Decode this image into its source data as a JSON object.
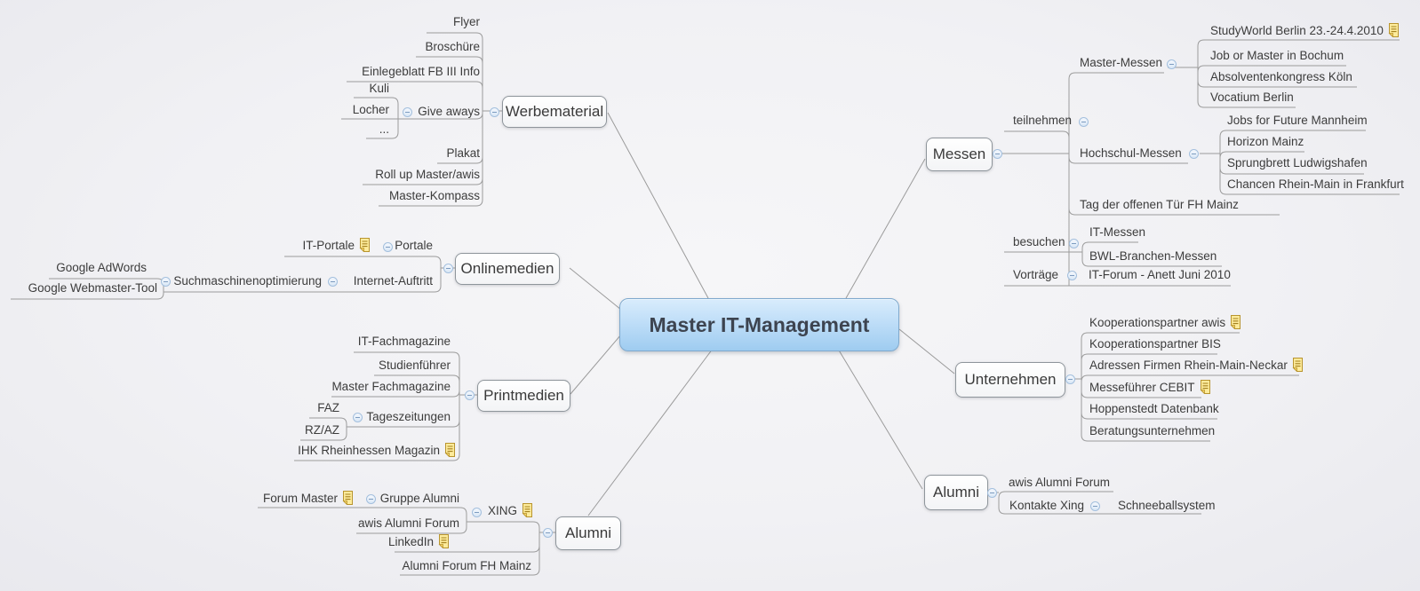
{
  "mindmap": {
    "central": {
      "label": "Master IT-Management"
    },
    "branches": {
      "werbematerial": {
        "label": "Werbematerial",
        "children": {
          "flyer": {
            "label": "Flyer"
          },
          "broschuere": {
            "label": "Broschüre"
          },
          "einlegeblatt": {
            "label": "Einlegeblatt FB III Info"
          },
          "give_aways": {
            "label": "Give aways",
            "children": {
              "kuli": {
                "label": "Kuli"
              },
              "locher": {
                "label": "Locher"
              },
              "mehr": {
                "label": "..."
              }
            }
          },
          "plakat": {
            "label": "Plakat"
          },
          "roll_up": {
            "label": "Roll up Master/awis"
          },
          "master_kompass": {
            "label": "Master-Kompass"
          }
        }
      },
      "onlinemedien": {
        "label": "Onlinemedien",
        "children": {
          "portale": {
            "label": "Portale",
            "children": {
              "it_portale": {
                "label": "IT-Portale",
                "note": true
              }
            }
          },
          "internet_auftritt": {
            "label": "Internet-Auftritt",
            "children": {
              "suchmaschinenoptimierung": {
                "label": "Suchmaschinenoptimierung",
                "children": {
                  "google_adwords": {
                    "label": "Google AdWords"
                  },
                  "google_webmaster_tool": {
                    "label": "Google Webmaster-Tool"
                  }
                }
              }
            }
          }
        }
      },
      "printmedien": {
        "label": "Printmedien",
        "children": {
          "it_fachmagazine": {
            "label": "IT-Fachmagazine"
          },
          "studienfuehrer": {
            "label": "Studienführer"
          },
          "master_fachmagazine": {
            "label": "Master Fachmagazine"
          },
          "tageszeitungen": {
            "label": "Tageszeitungen",
            "children": {
              "faz": {
                "label": "FAZ"
              },
              "rz_az": {
                "label": "RZ/AZ"
              }
            }
          },
          "ihk_magazin": {
            "label": "IHK Rheinhessen Magazin",
            "note": true
          }
        }
      },
      "alumni_links": {
        "label": "Alumni",
        "children": {
          "xing": {
            "label": "XING",
            "note": true,
            "children": {
              "gruppe_alumni": {
                "label": "Gruppe Alumni",
                "children": {
                  "forum_master": {
                    "label": "Forum Master",
                    "note": true
                  }
                }
              },
              "awis_alumni_forum": {
                "label": "awis Alumni Forum"
              }
            }
          },
          "linkedin": {
            "label": "LinkedIn",
            "note": true
          },
          "alumni_forum_fh_mainz": {
            "label": "Alumni Forum FH Mainz"
          }
        }
      },
      "messen": {
        "label": "Messen",
        "children": {
          "teilnehmen": {
            "label": "teilnehmen",
            "children": {
              "master_messen": {
                "label": "Master-Messen",
                "children": {
                  "studyworld": {
                    "label": "StudyWorld Berlin 23.-24.4.2010",
                    "note": true
                  },
                  "job_or_master": {
                    "label": "Job or Master in Bochum"
                  },
                  "absolventenkongress": {
                    "label": "Absolventenkongress Köln"
                  },
                  "vocatium": {
                    "label": "Vocatium Berlin"
                  }
                }
              },
              "hochschul_messen": {
                "label": "Hochschul-Messen",
                "children": {
                  "jobs_for_future": {
                    "label": "Jobs for Future Mannheim"
                  },
                  "horizon": {
                    "label": "Horizon Mainz"
                  },
                  "sprungbrett": {
                    "label": "Sprungbrett Ludwigshafen"
                  },
                  "chancen": {
                    "label": "Chancen Rhein-Main in Frankfurt"
                  }
                }
              },
              "tag_der_offenen_tuer": {
                "label": "Tag der offenen Tür FH Mainz"
              }
            }
          },
          "besuchen": {
            "label": "besuchen",
            "children": {
              "it_messen": {
                "label": "IT-Messen"
              },
              "bwl_branchen_messen": {
                "label": "BWL-Branchen-Messen"
              }
            }
          },
          "vortraege": {
            "label": "Vorträge",
            "children": {
              "it_forum": {
                "label": "IT-Forum - Anett Juni 2010"
              }
            }
          }
        }
      },
      "unternehmen": {
        "label": "Unternehmen",
        "children": {
          "koop_awis": {
            "label": "Kooperationspartner awis",
            "note": true
          },
          "koop_bis": {
            "label": "Kooperationspartner BIS"
          },
          "adressen_firmen": {
            "label": "Adressen Firmen Rhein-Main-Neckar",
            "note": true
          },
          "messefuehrer_cebit": {
            "label": "Messeführer CEBIT",
            "note": true
          },
          "hoppenstedt": {
            "label": "Hoppenstedt Datenbank"
          },
          "beratungsunternehmen": {
            "label": "Beratungsunternehmen"
          }
        }
      },
      "alumni_rechts": {
        "label": "Alumni",
        "children": {
          "awis_alumni_forum": {
            "label": "awis Alumni Forum"
          },
          "kontakte_xing": {
            "label": "Kontakte Xing",
            "children": {
              "schneeballsystem": {
                "label": "Schneeballsystem"
              }
            }
          }
        }
      }
    },
    "icons": {
      "note": "note-icon",
      "collapse": "collapse-minus-icon"
    },
    "colors": {
      "central_fill_top": "#d9ecfc",
      "central_fill_bottom": "#9fccf0",
      "central_border": "#7fa9cd",
      "central_text": "#3d4450",
      "node_border": "#8e959b",
      "line": "#9b9b9b",
      "text": "#3c3c3c",
      "note_fill": "#fdeb9b",
      "note_border": "#b8942e",
      "collapse_fill": "#dfeaf8",
      "collapse_border": "#a3bfdd"
    }
  }
}
